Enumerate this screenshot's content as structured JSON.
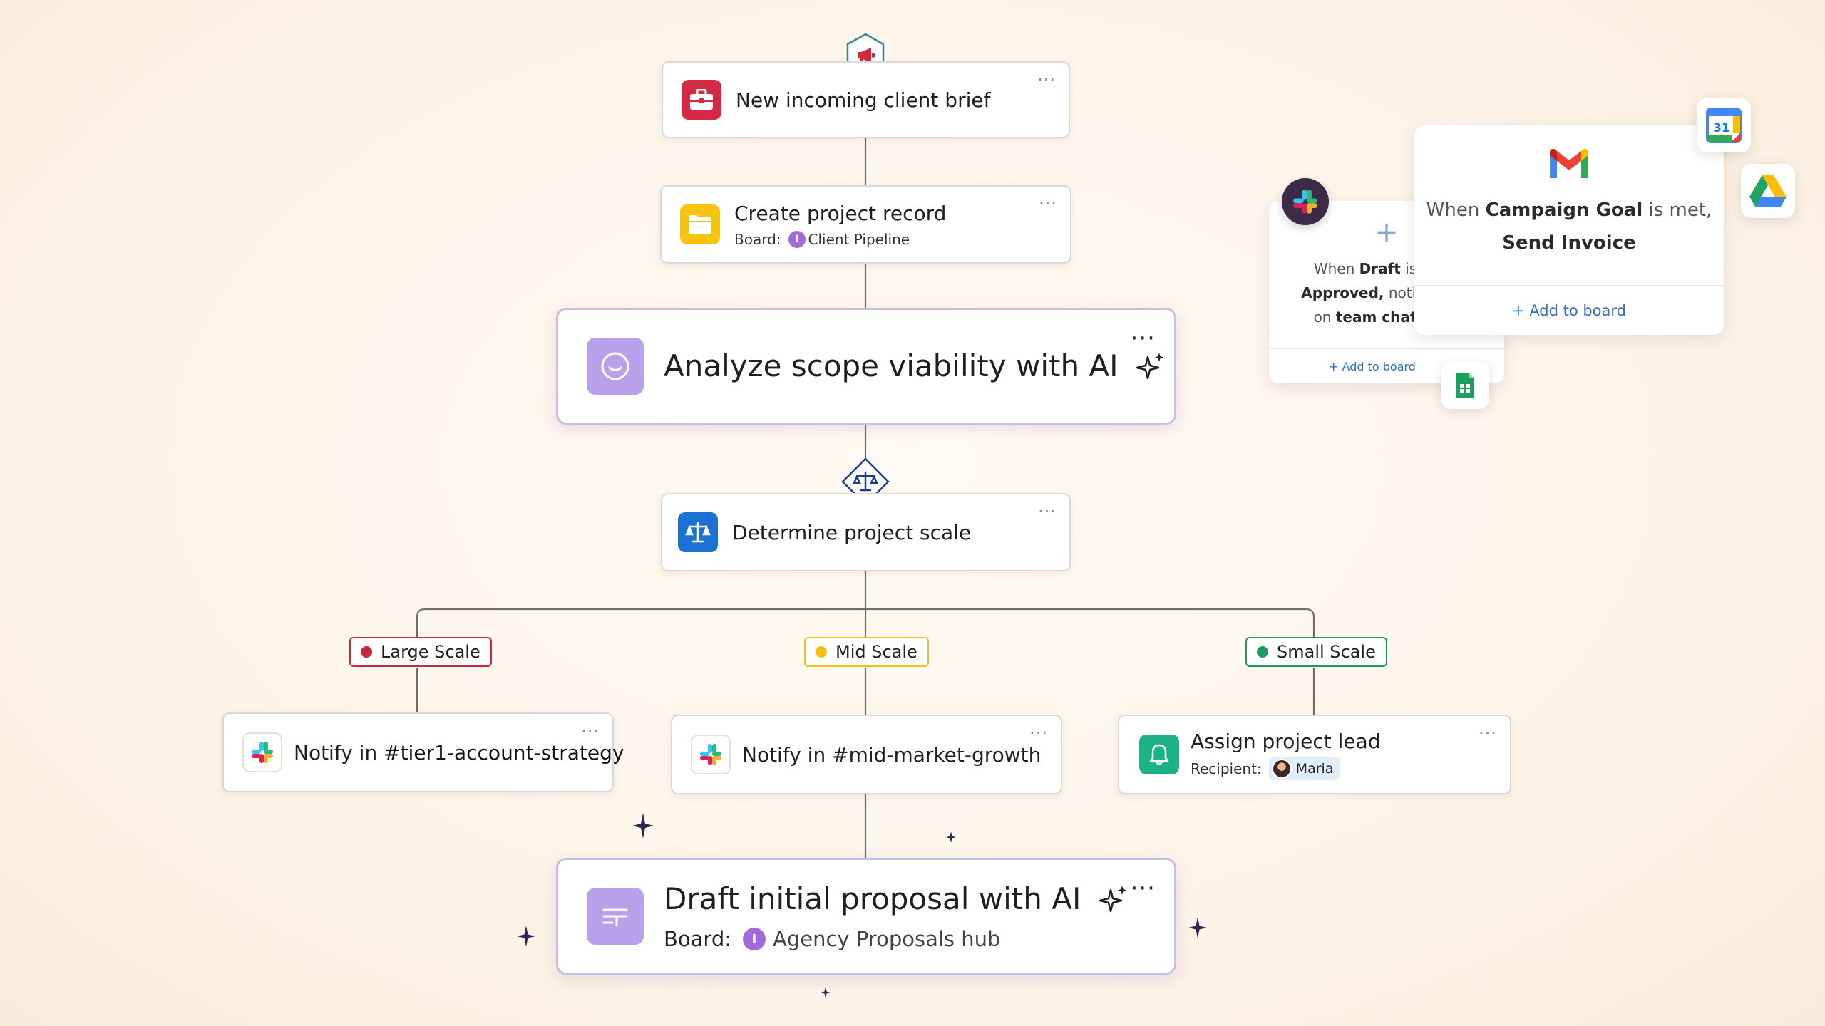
{
  "nodes": {
    "trigger": {
      "title": "New incoming client brief",
      "more": "···"
    },
    "record": {
      "title": "Create project record",
      "board_label": "Board:",
      "board_name": "Client Pipeline",
      "board_initial": "I",
      "more": "···"
    },
    "analyze": {
      "title": "Analyze scope viability with AI",
      "more": "···"
    },
    "scale": {
      "title": "Determine project scale",
      "more": "···"
    },
    "notify_large": {
      "prefix": "Notify in",
      "channel": "#tier1-account-strategy",
      "more": "···"
    },
    "notify_mid": {
      "prefix": "Notify in",
      "channel": "#mid-market-growth",
      "more": "···"
    },
    "assign": {
      "title": "Assign project lead",
      "recipient_label": "Recipient:",
      "recipient_name": "Maria",
      "more": "···"
    },
    "draft": {
      "title": "Draft initial proposal with AI",
      "board_label": "Board:",
      "board_name": "Agency Proposals hub",
      "board_initial": "I",
      "more": "···"
    }
  },
  "branches": {
    "large": {
      "label": "Large Scale",
      "color": "#c8283a"
    },
    "mid": {
      "label": "Mid Scale",
      "color": "#f2c018"
    },
    "small": {
      "label": "Small Scale",
      "color": "#1f9a5e"
    }
  },
  "integrations": {
    "chat_card": {
      "line1_pre": "When",
      "line1_bold": "Draft",
      "line1_post": "is",
      "line2_bold": "Approved,",
      "line2_post": "notify",
      "line3_pre": "on",
      "line3_bold": "team chat",
      "add_label": "+ Add to board"
    },
    "mail_card": {
      "line1_pre": "When",
      "line1_bold": "Campaign Goal",
      "line1_post": "is met,",
      "line2_bold": "Send Invoice",
      "add_label": "+ Add to board"
    },
    "calendar_day": "31",
    "icons": [
      "slack-icon",
      "gmail-icon",
      "google-calendar-icon",
      "google-drive-icon",
      "google-sheets-icon"
    ]
  },
  "colors": {
    "accent_purple": "#b9a0ea",
    "connector": "#6b6b6b",
    "link_blue": "#2f6fbf"
  }
}
